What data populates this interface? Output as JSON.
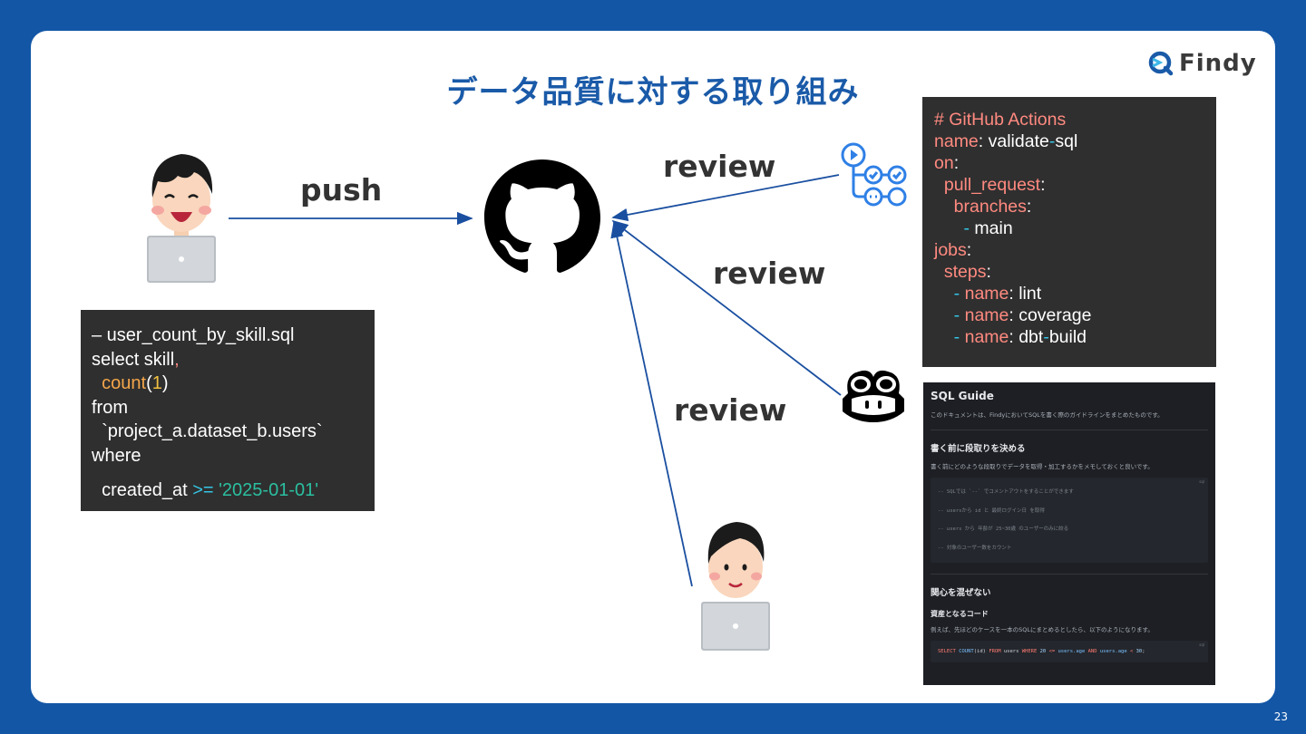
{
  "slide": {
    "title": "データ品質に対する取り組み",
    "page_number": "23",
    "logo_text": "Findy"
  },
  "labels": {
    "push": "push",
    "review1": "review",
    "review2": "review",
    "review3": "review"
  },
  "sql_code": {
    "lines": [
      "– user_count_by_skill.sql",
      "select skill,",
      "  count(1)",
      "from",
      "  `project_a.dataset_b.users`",
      "where",
      "  created_at >= '2025-01-01'"
    ]
  },
  "yml_code": {
    "comment": "# GitHub Actions",
    "lines": [
      "name: validate-sql",
      "on:",
      "  pull_request:",
      "    branches:",
      "      - main",
      "jobs:",
      "  steps:",
      "    - name: lint",
      "    - name: coverage",
      "    - name: dbt-build"
    ]
  },
  "guide": {
    "title": "SQL Guide",
    "intro": "このドキュメントは、FindyにおいてSQLを書く際のガイドラインをまとめたものです。",
    "section1_title": "書く前に段取りを決める",
    "section1_text": "書く前にどのような段取りでデータを取得・加工するかをメモしておくと良いです。",
    "code1_tag": "sql",
    "code1_lines": [
      "-- SQLでは `--` でコメントアウトをすることができます",
      "-- usersから id と 最終ログイン日 を取得",
      "-- users から 年齢が 25~30歳 のユーザーのみに絞る",
      "-- 対象のユーザー数をカウント"
    ],
    "section2_title": "関心を混ぜない",
    "section3_title": "資産となるコード",
    "section3_text": "例えば、先ほどのケースを一本のSQLにまとめるとしたら、以下のようになります。",
    "code2_tag": "sql",
    "code2_line": "SELECT COUNT(id) FROM users WHERE 20 <= users.age AND users.age < 30;"
  },
  "colors": {
    "background": "#1356a6",
    "title": "#1a5aa8",
    "arrow": "#1a4fa0",
    "code_bg": "#2f2f2f"
  },
  "icons": [
    "developer-icon",
    "github-icon",
    "github-actions-icon",
    "copilot-icon",
    "reviewer-icon",
    "findy-logo-icon"
  ]
}
